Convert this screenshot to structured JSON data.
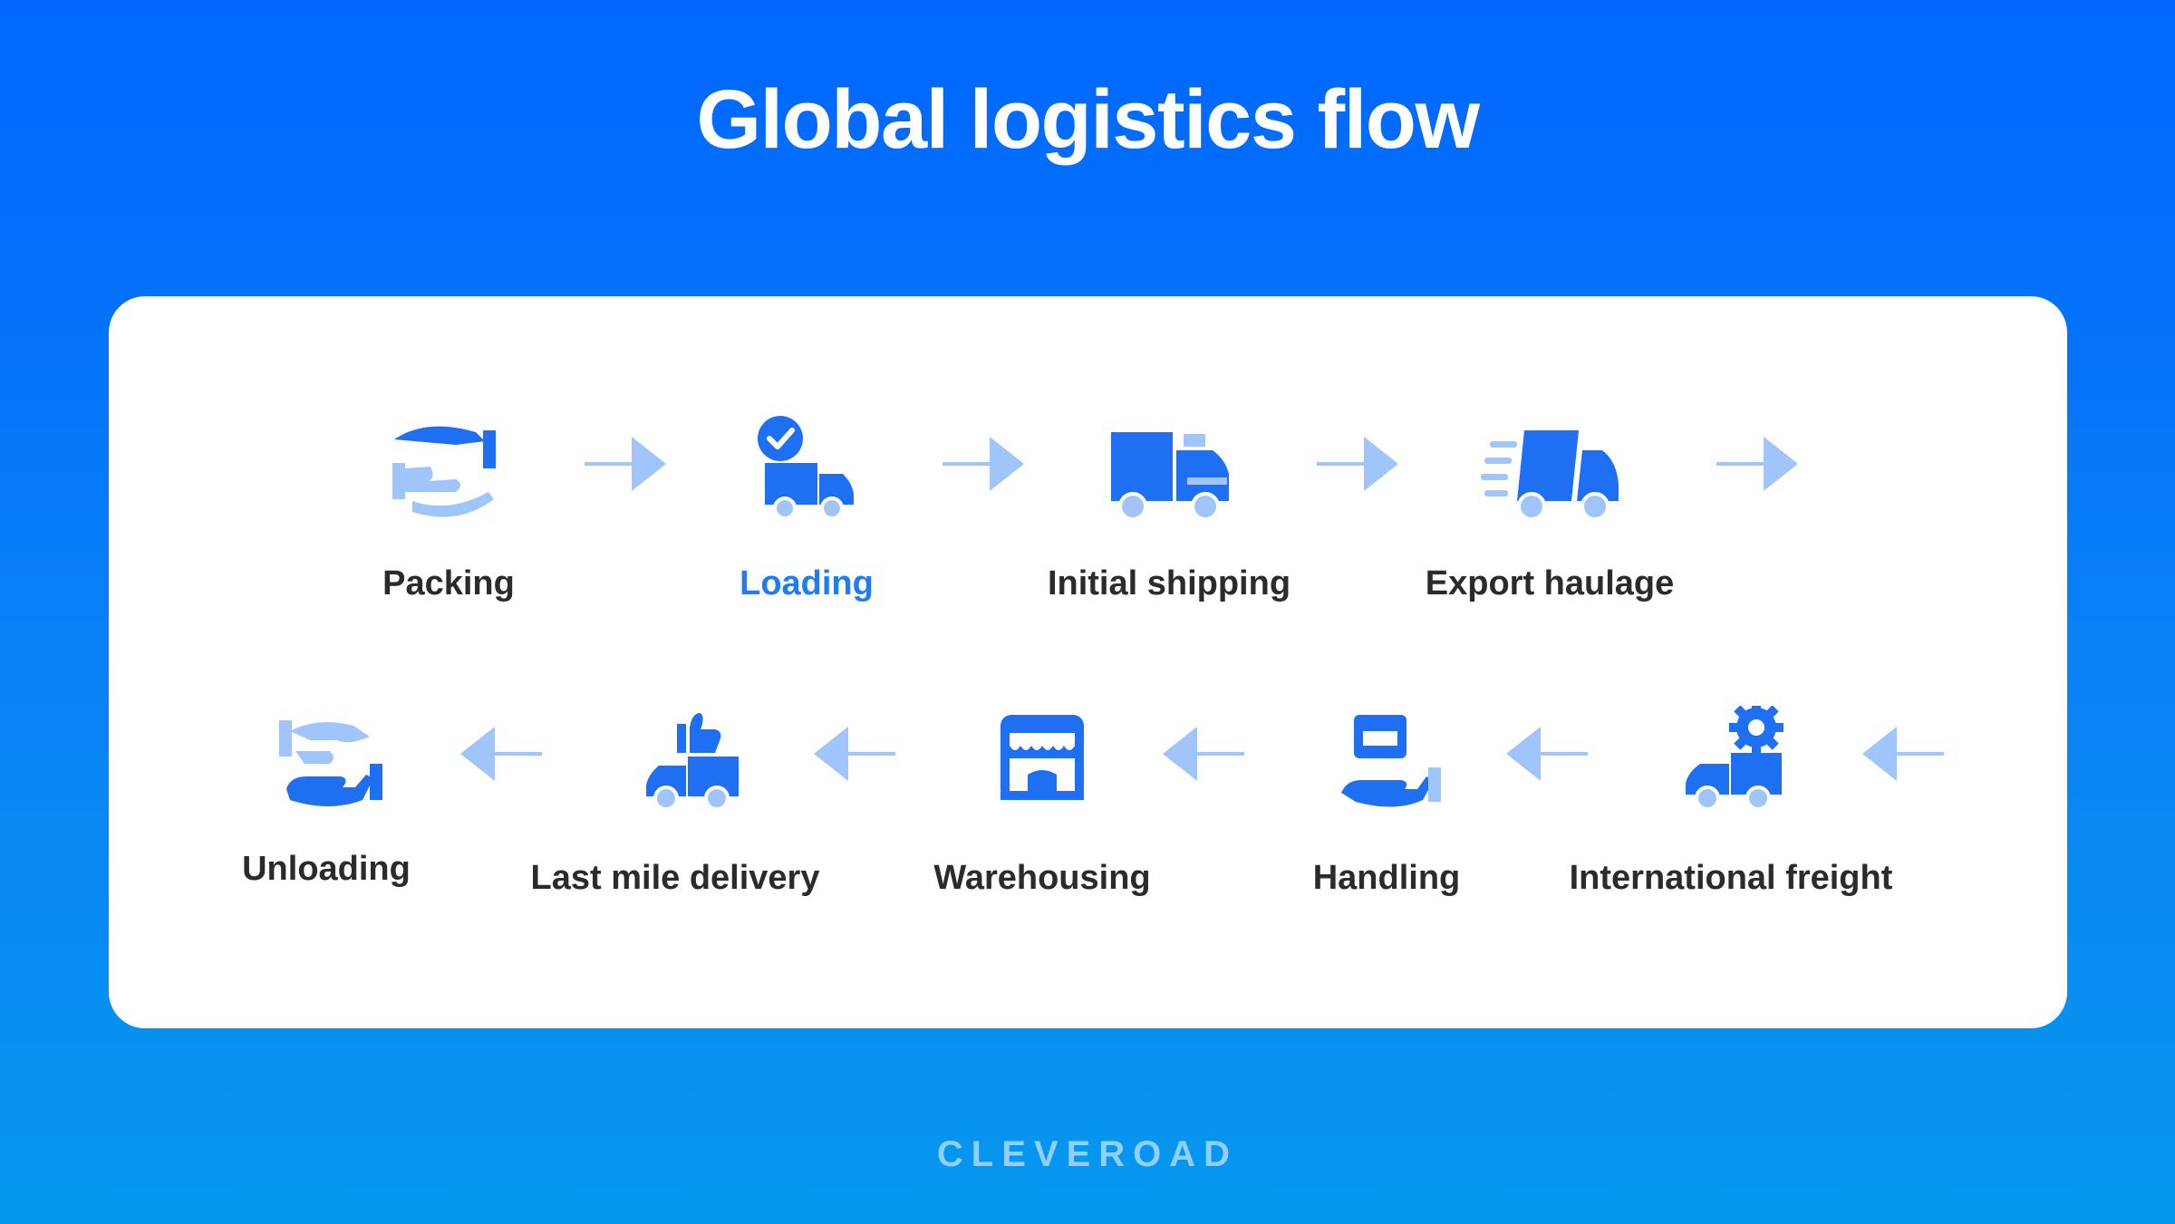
{
  "title": "Global logistics flow",
  "brand": "CLEVEROAD",
  "colors": {
    "primary": "#1f6ff2",
    "light": "#9fc5fb",
    "active_label": "#1f7cf5",
    "text": "#2b2b2b"
  },
  "steps": [
    {
      "label": "Packing",
      "icon": "hand-hold-icon",
      "active": false
    },
    {
      "label": "Loading",
      "icon": "truck-check-icon",
      "active": true
    },
    {
      "label": "Initial shipping",
      "icon": "box-truck-icon",
      "active": false
    },
    {
      "label": "Export haulage",
      "icon": "fast-truck-icon",
      "active": false
    },
    {
      "label": "International freight",
      "icon": "truck-gear-icon",
      "active": false
    },
    {
      "label": "Handling",
      "icon": "hand-card-icon",
      "active": false
    },
    {
      "label": "Warehousing",
      "icon": "storefront-icon",
      "active": false
    },
    {
      "label": "Last mile delivery",
      "icon": "truck-thumbs-up-icon",
      "active": false
    },
    {
      "label": "Unloading",
      "icon": "hand-release-icon",
      "active": false
    }
  ]
}
